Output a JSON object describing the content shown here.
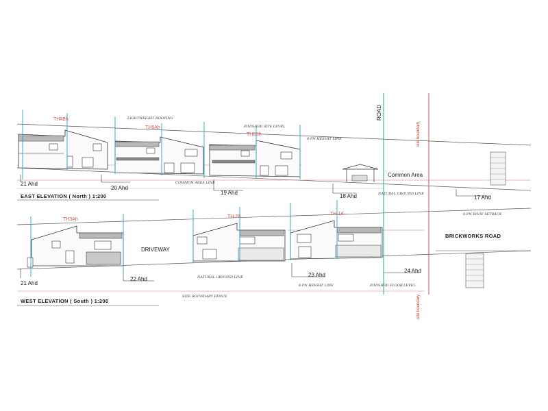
{
  "east_elevation": {
    "title": "EAST ELEVATION ( North ) 1:200",
    "unit_tags": [
      "TH4Bh",
      "TH5Ah",
      "TH6Bh"
    ],
    "levels": [
      "21 Ahd",
      "20 Ahd",
      "19 Ahd",
      "18 Ahd",
      "17 Ahd"
    ],
    "common_area": "Common Area",
    "notes": [
      "LIGHTWEIGHT ROOFING",
      "FINISHED SITE LEVEL",
      "8-PN HEIGHT LINE",
      "NATURAL GROUND LINE",
      "COMMON AREA LINE"
    ]
  },
  "west_elevation": {
    "title": "WEST ELEVATION ( South ) 1:200",
    "unit_tags": [
      "TH3Ah",
      "TH 2B",
      "TH 1A"
    ],
    "levels": [
      "21 Ahd",
      "22 Ahd",
      "23 Ahd",
      "24 Ahd"
    ],
    "driveway": "DRIVEWAY",
    "road": "BRICKWORKS  ROAD",
    "notes": [
      "NATURAL GROUND LINE",
      "8-PN HEIGHT LINE",
      "SITE BOUNDARY FENCE",
      "FINISHED FLOOR LEVEL",
      "8-PN ROOF SETBACK"
    ]
  },
  "site_boundary": "site boundary",
  "road_label_vertical": "ROAD",
  "colors": {
    "accent_line": "#1fa3c7",
    "boundary": "#d9534f",
    "ink": "#222222"
  }
}
